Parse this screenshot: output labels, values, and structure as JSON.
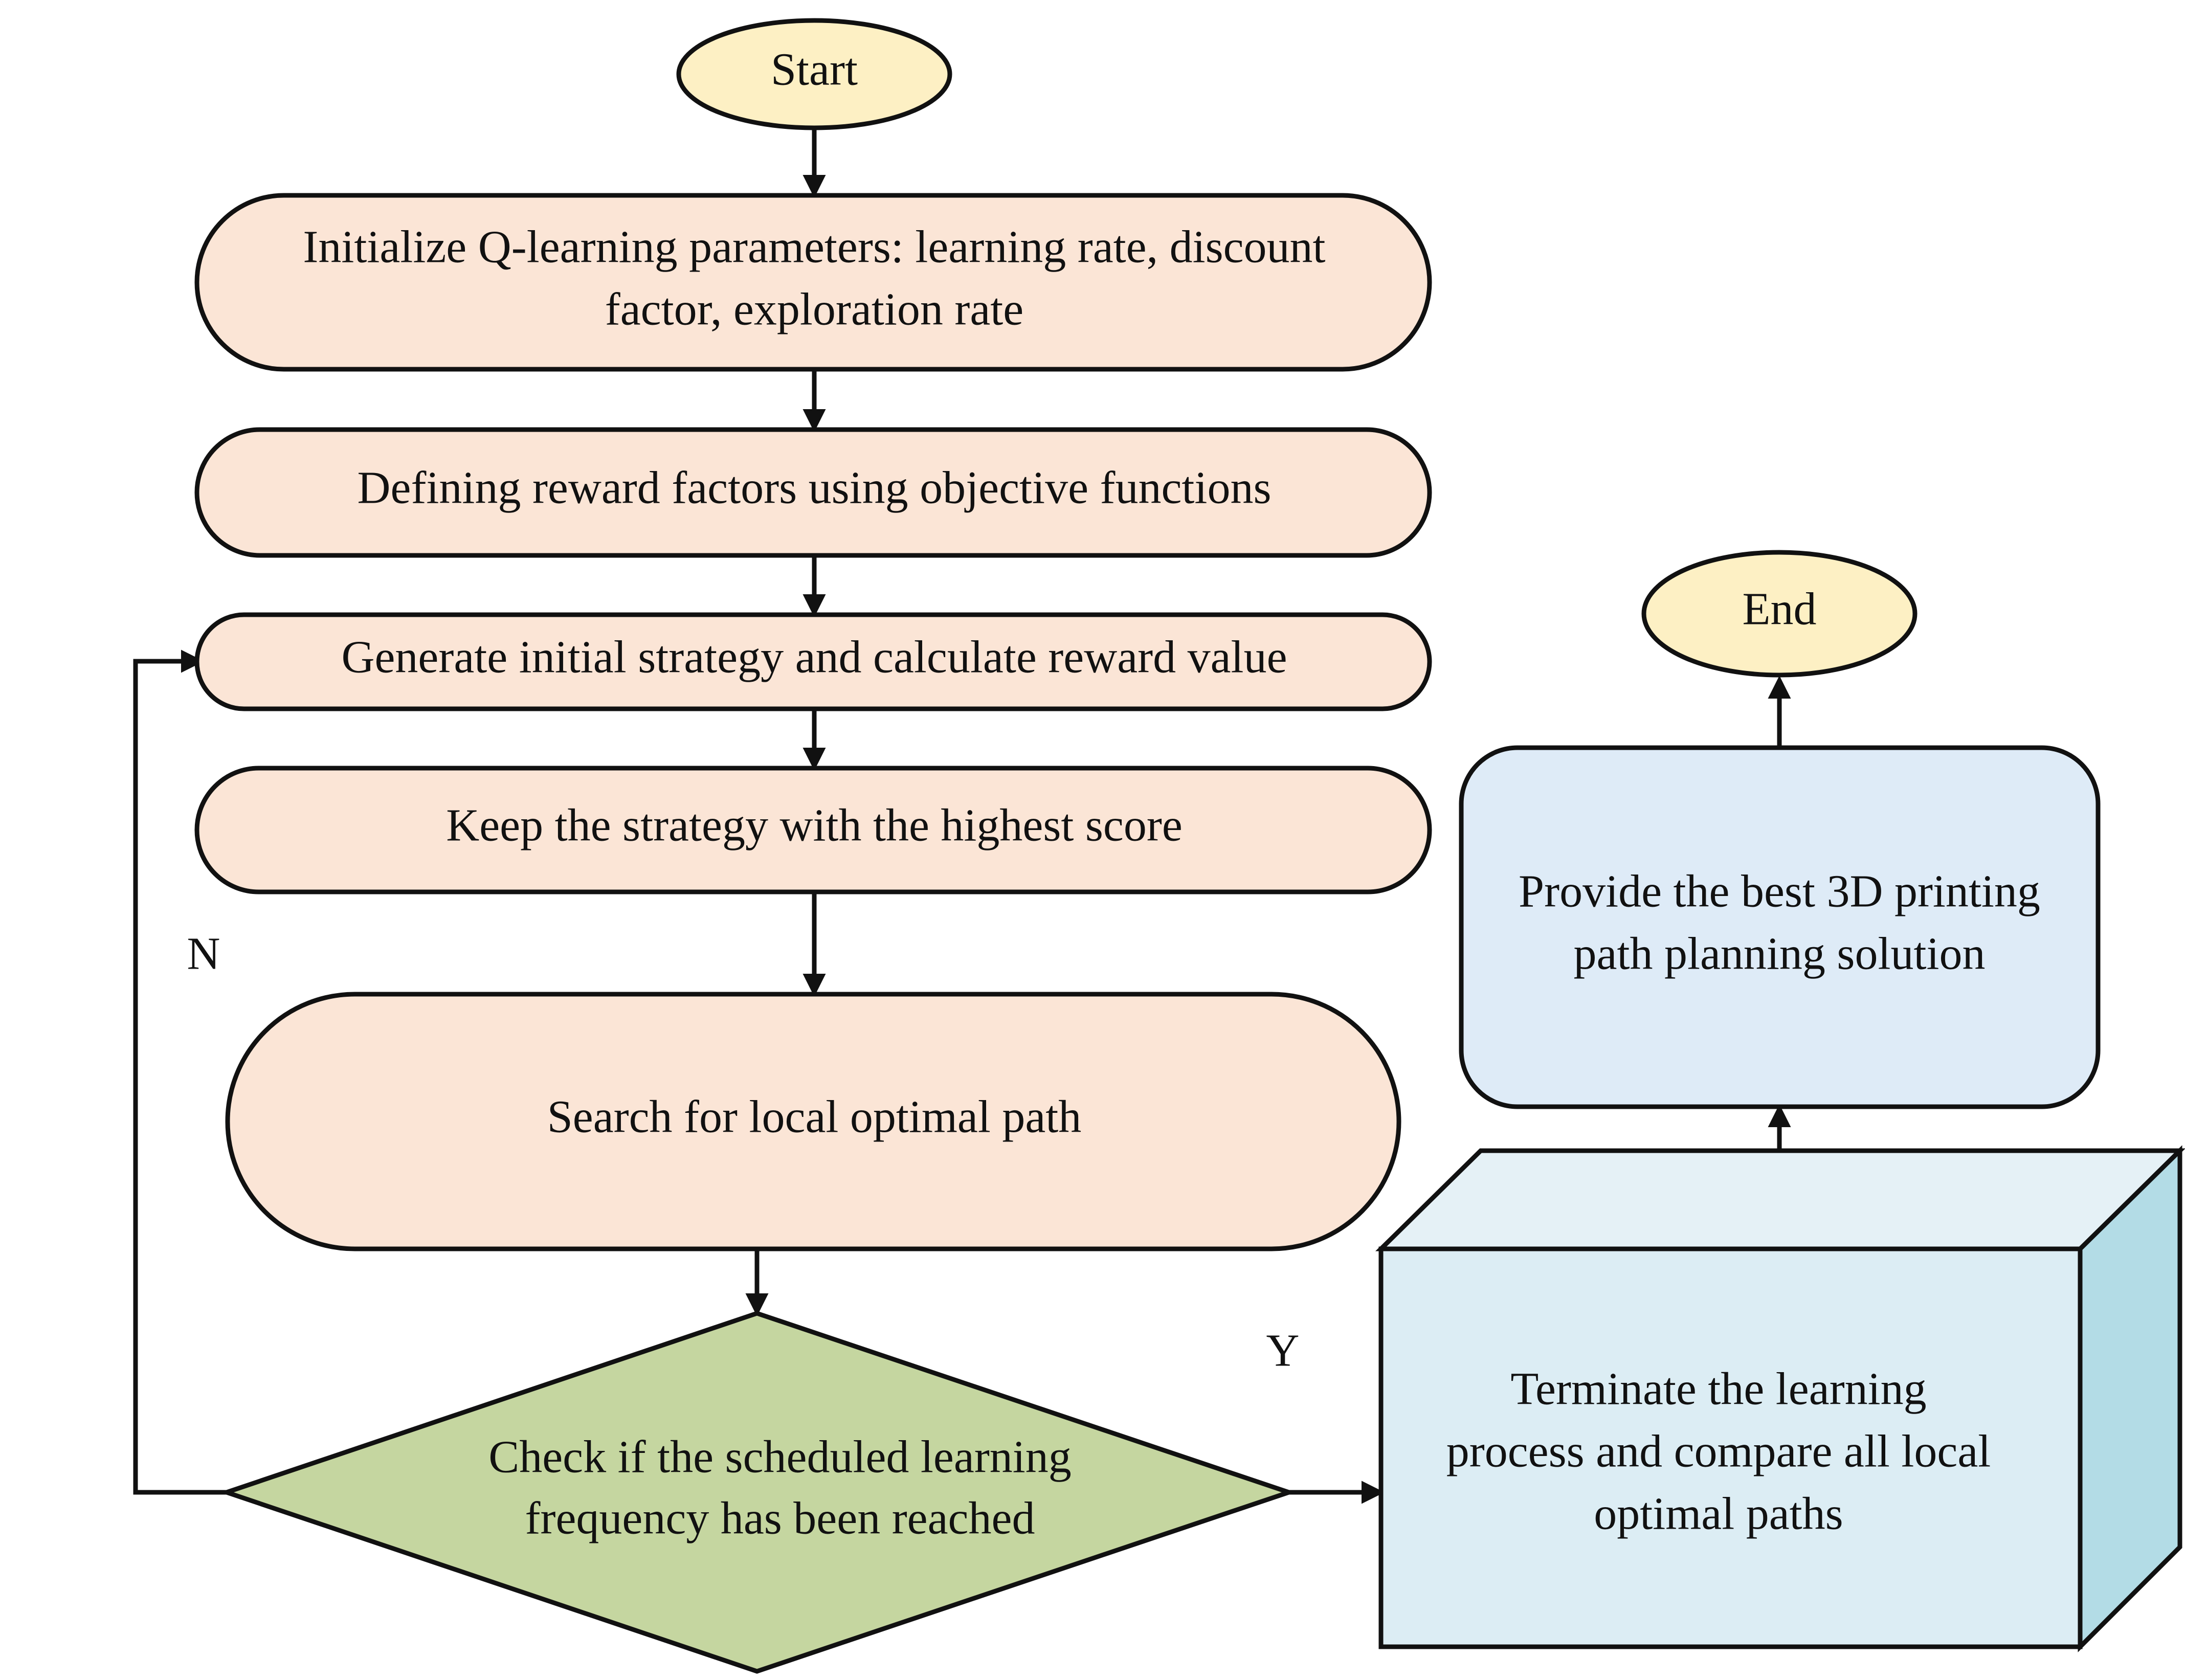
{
  "colors": {
    "terminal_fill": "#fdf0c4",
    "process_fill": "#fbe5d6",
    "decision_fill": "#c5d6a0",
    "result_fill": "#deebf7",
    "box_front": "#dcedf4",
    "box_top": "#e5f1f6",
    "box_side": "#b3dce6",
    "stroke": "#111111"
  },
  "nodes": {
    "start": {
      "lines": [
        "Start"
      ]
    },
    "init": {
      "lines": [
        "Initialize Q-learning parameters: learning rate, discount",
        "factor, exploration rate"
      ]
    },
    "reward": {
      "lines": [
        "Defining reward factors using objective functions"
      ]
    },
    "generate": {
      "lines": [
        "Generate initial strategy and calculate reward value"
      ]
    },
    "keep": {
      "lines": [
        "Keep the strategy with the highest score"
      ]
    },
    "search": {
      "lines": [
        "Search for local optimal path"
      ]
    },
    "check": {
      "lines": [
        "Check if the scheduled learning",
        "frequency has been reached"
      ]
    },
    "terminate": {
      "lines": [
        "Terminate the learning",
        "process and compare all local",
        "optimal paths"
      ]
    },
    "provide": {
      "lines": [
        "Provide the best 3D printing",
        "path planning solution"
      ]
    },
    "end": {
      "lines": [
        "End"
      ]
    }
  },
  "edge_labels": {
    "no": "N",
    "yes": "Y"
  }
}
